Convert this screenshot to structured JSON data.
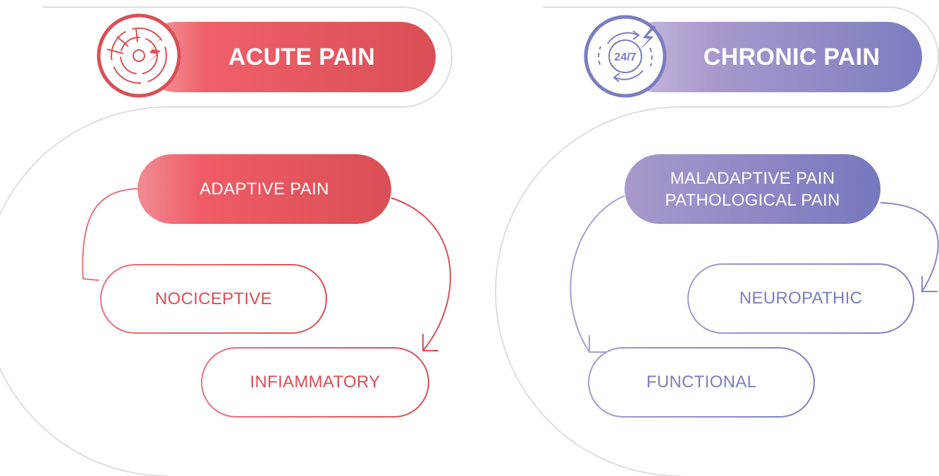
{
  "colors": {
    "acute_dark": "#d94f55",
    "acute_light": "#f07c84",
    "chronic_dark": "#7b7dc0",
    "chronic_light": "#b3a9d4",
    "outline": "#dedede"
  },
  "left": {
    "header": "ACUTE PAIN",
    "icon": "radar-target-lightning-icon",
    "category": "ADAPTIVE PAIN",
    "types": [
      "NOCICEPTIVE",
      "INFIAMMATORY"
    ]
  },
  "right": {
    "header": "CHRONIC PAIN",
    "icon": "clock-24-7-lightning-icon",
    "icon_label": "24/7",
    "category": [
      "MALADAPTIVE PAIN",
      "PATHOLOGICAL PAIN"
    ],
    "types": [
      "NEUROPATHIC",
      "FUNCTIONAL"
    ]
  }
}
